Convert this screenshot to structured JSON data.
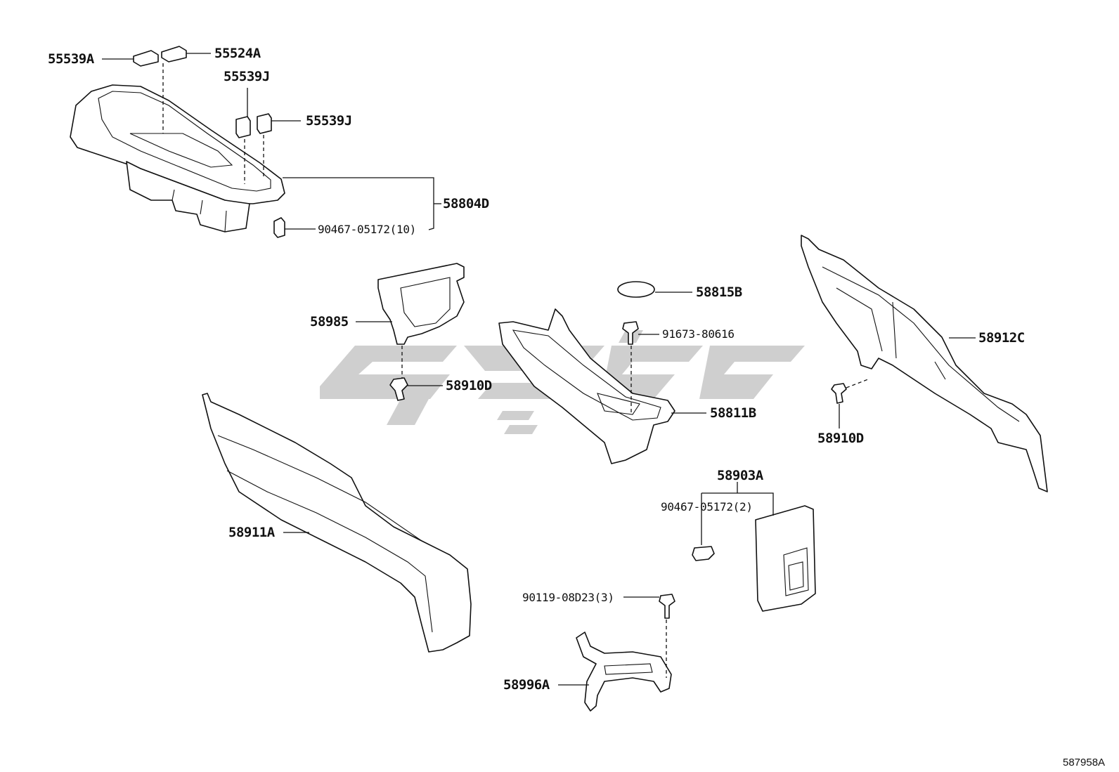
{
  "labels": {
    "p55539A": "55539A",
    "p55524A": "55524A",
    "p55539J_top": "55539J",
    "p55539J_right": "55539J",
    "p58804D": "58804D",
    "p90467_10": "90467-05172(10)",
    "p58985": "58985",
    "p58910D_mid": "58910D",
    "p58815B": "58815B",
    "p91673": "91673-80616",
    "p58811B": "58811B",
    "p58912C": "58912C",
    "p58910D_right": "58910D",
    "p58903A": "58903A",
    "p90467_2": "90467-05172(2)",
    "p58911A": "58911A",
    "p90119": "90119-08D23(3)",
    "p58996A": "58996A"
  },
  "diagram_ref": "587958A"
}
